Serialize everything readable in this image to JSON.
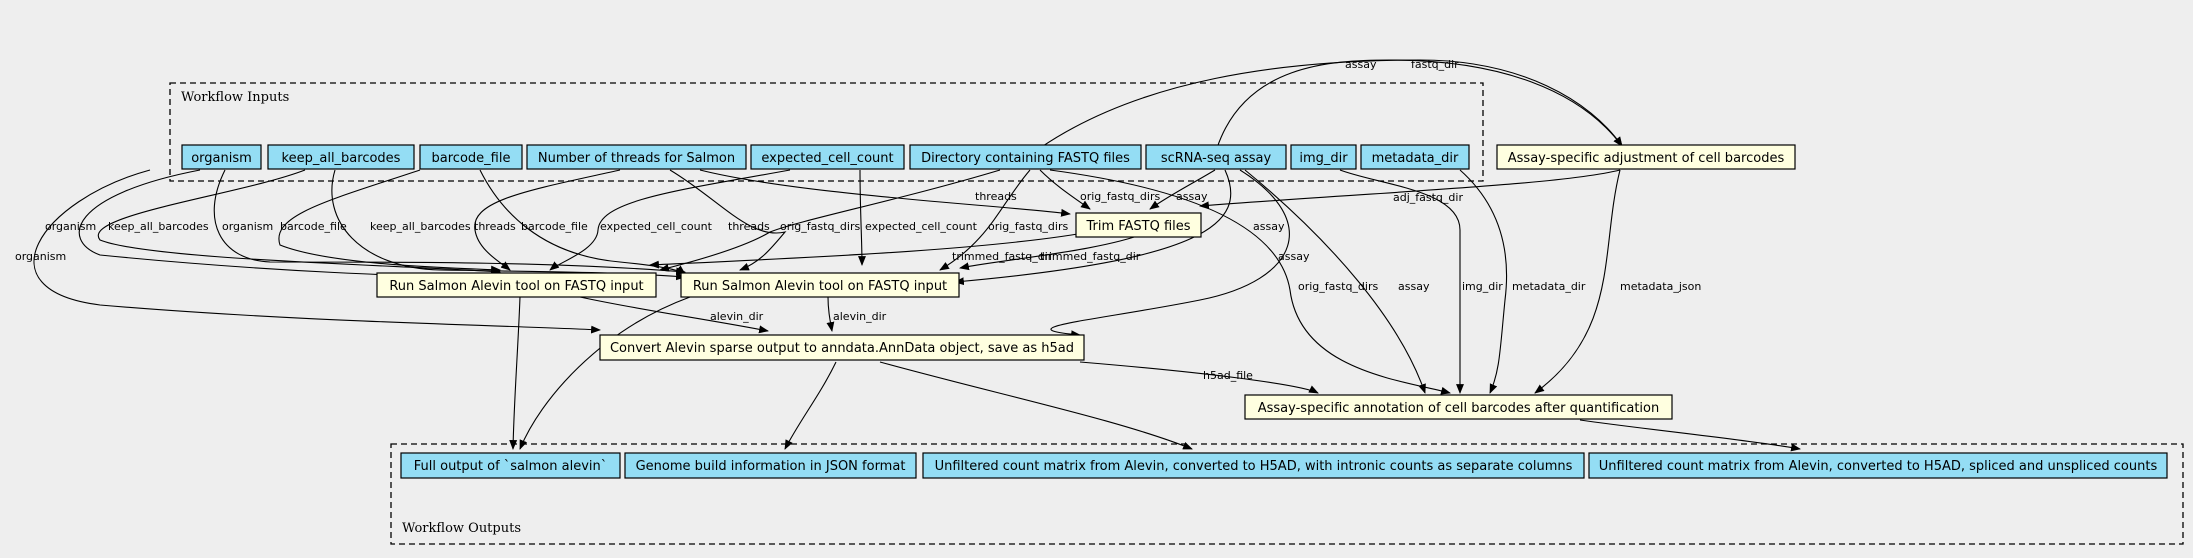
{
  "clusters": {
    "inputs": {
      "label": "Workflow Inputs"
    },
    "outputs": {
      "label": "Workflow Outputs"
    }
  },
  "nodes": {
    "organism": "organism",
    "keep_all_barcodes": "keep_all_barcodes",
    "barcode_file": "barcode_file",
    "threads": "Number of threads for Salmon",
    "expected_cell_count": "expected_cell_count",
    "fastq_dir": "Directory containing FASTQ files",
    "assay": "scRNA-seq assay",
    "img_dir": "img_dir",
    "metadata_dir": "metadata_dir",
    "adjust": "Assay-specific adjustment of cell barcodes",
    "trim": "Trim FASTQ files",
    "salmon1": "Run Salmon Alevin tool on FASTQ input",
    "salmon2": "Run Salmon Alevin tool on FASTQ input",
    "convert": "Convert Alevin sparse output to anndata.AnnData object, save as h5ad",
    "annotate": "Assay-specific annotation of cell barcodes after quantification",
    "out_salmon": "Full output of `salmon alevin`",
    "out_genome": "Genome build information in JSON format",
    "out_intronic": "Unfiltered count matrix from Alevin, converted to H5AD, with intronic counts as separate columns",
    "out_spliced": "Unfiltered count matrix from Alevin, converted to H5AD, spliced and unspliced counts"
  },
  "edges": {
    "assay": "assay",
    "fastq_dir": "fastq_dir",
    "adj_fastq_dir": "adj_fastq_dir",
    "orig_fastq_dirs": "orig_fastq_dirs",
    "threads": "threads",
    "organism": "organism",
    "keep_all_barcodes": "keep_all_barcodes",
    "barcode_file": "barcode_file",
    "expected_cell_count": "expected_cell_count",
    "trimmed_fastq_dir": "trimmed_fastq_dir",
    "alevin_dir": "alevin_dir",
    "img_dir": "img_dir",
    "metadata_dir": "metadata_dir",
    "metadata_json": "metadata_json",
    "h5ad_file": "h5ad_file"
  }
}
